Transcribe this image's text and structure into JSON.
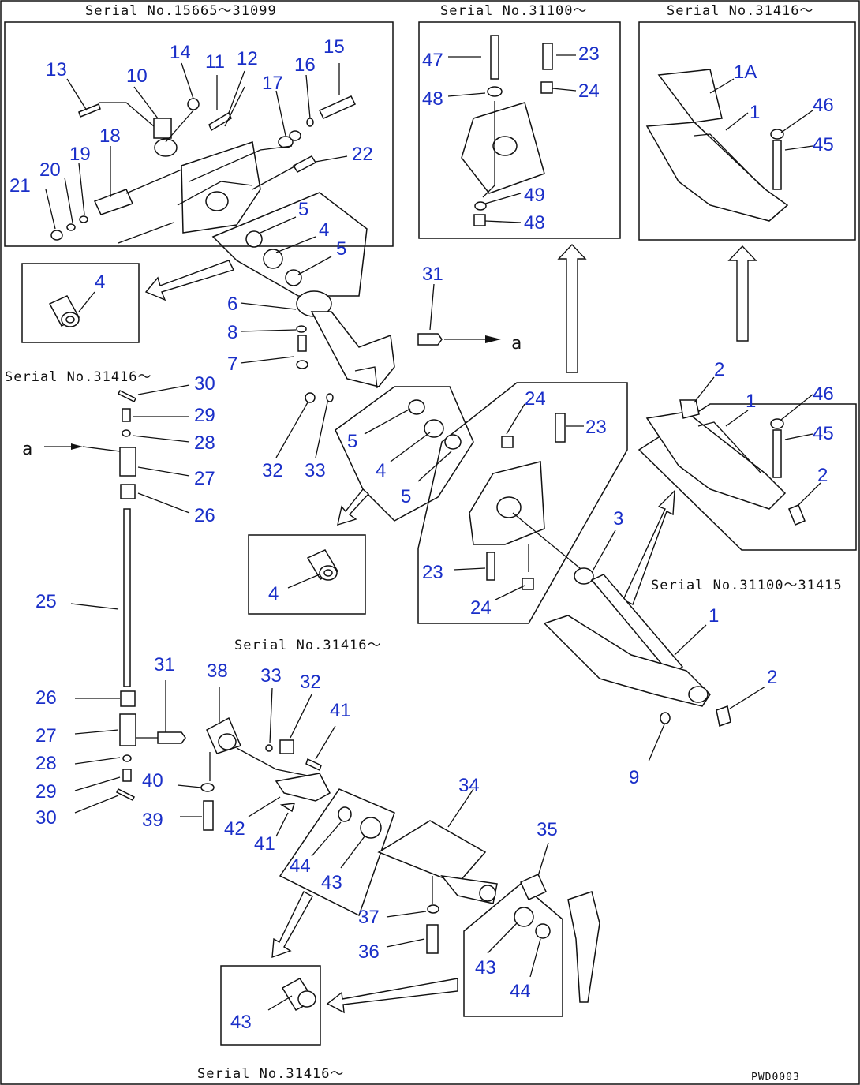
{
  "serial_labels": {
    "top_left": "Serial No.15665～31099",
    "top_middle": "Serial No.31100～",
    "top_right": "Serial No.31416～",
    "left_rod": "Serial No.31416～",
    "right_middle": "Serial No.31100～31415",
    "lower_middle": "Serial No.31416～",
    "bottom": "Serial No.31416～",
    "page_code": "PWD0003"
  },
  "arrow_letters": {
    "a_right": "a",
    "a_left": "a"
  },
  "callouts": [
    {
      "id": "c13",
      "text": "13"
    },
    {
      "id": "c10",
      "text": "10"
    },
    {
      "id": "c14",
      "text": "14"
    },
    {
      "id": "c11",
      "text": "11"
    },
    {
      "id": "c12",
      "text": "12"
    },
    {
      "id": "c17",
      "text": "17"
    },
    {
      "id": "c16",
      "text": "16"
    },
    {
      "id": "c15",
      "text": "15"
    },
    {
      "id": "c18",
      "text": "18"
    },
    {
      "id": "c19",
      "text": "19"
    },
    {
      "id": "c20",
      "text": "20"
    },
    {
      "id": "c21",
      "text": "21"
    },
    {
      "id": "c22",
      "text": "22"
    },
    {
      "id": "c5a",
      "text": "5"
    },
    {
      "id": "c4a",
      "text": "4"
    },
    {
      "id": "c5b",
      "text": "5"
    },
    {
      "id": "c4box1",
      "text": "4"
    },
    {
      "id": "c47",
      "text": "47"
    },
    {
      "id": "c48a",
      "text": "48"
    },
    {
      "id": "c23a",
      "text": "23"
    },
    {
      "id": "c24a",
      "text": "24"
    },
    {
      "id": "c49",
      "text": "49"
    },
    {
      "id": "c48b",
      "text": "48"
    },
    {
      "id": "c1A",
      "text": "1A"
    },
    {
      "id": "c1a",
      "text": "1"
    },
    {
      "id": "c46a",
      "text": "46"
    },
    {
      "id": "c45a",
      "text": "45"
    },
    {
      "id": "c31a",
      "text": "31"
    },
    {
      "id": "c6",
      "text": "6"
    },
    {
      "id": "c8",
      "text": "8"
    },
    {
      "id": "c7",
      "text": "7"
    },
    {
      "id": "c32a",
      "text": "32"
    },
    {
      "id": "c33a",
      "text": "33"
    },
    {
      "id": "c5c",
      "text": "5"
    },
    {
      "id": "c4b",
      "text": "4"
    },
    {
      "id": "c5d",
      "text": "5"
    },
    {
      "id": "c4box2",
      "text": "4"
    },
    {
      "id": "c30a",
      "text": "30"
    },
    {
      "id": "c29a",
      "text": "29"
    },
    {
      "id": "c28a",
      "text": "28"
    },
    {
      "id": "c27a",
      "text": "27"
    },
    {
      "id": "c26a",
      "text": "26"
    },
    {
      "id": "c25",
      "text": "25"
    },
    {
      "id": "c24b",
      "text": "24"
    },
    {
      "id": "c23b",
      "text": "23"
    },
    {
      "id": "c23c",
      "text": "23"
    },
    {
      "id": "c24c",
      "text": "24"
    },
    {
      "id": "c2a",
      "text": "2"
    },
    {
      "id": "c1b",
      "text": "1"
    },
    {
      "id": "c46b",
      "text": "46"
    },
    {
      "id": "c45b",
      "text": "45"
    },
    {
      "id": "c2b",
      "text": "2"
    },
    {
      "id": "c3",
      "text": "3"
    },
    {
      "id": "c1c",
      "text": "1"
    },
    {
      "id": "c2c",
      "text": "2"
    },
    {
      "id": "c9",
      "text": "9"
    },
    {
      "id": "c26b",
      "text": "26"
    },
    {
      "id": "c27b",
      "text": "27"
    },
    {
      "id": "c28b",
      "text": "28"
    },
    {
      "id": "c29b",
      "text": "29"
    },
    {
      "id": "c30b",
      "text": "30"
    },
    {
      "id": "c31b",
      "text": "31"
    },
    {
      "id": "c38",
      "text": "38"
    },
    {
      "id": "c33b",
      "text": "33"
    },
    {
      "id": "c32b",
      "text": "32"
    },
    {
      "id": "c41a",
      "text": "41"
    },
    {
      "id": "c40",
      "text": "40"
    },
    {
      "id": "c39",
      "text": "39"
    },
    {
      "id": "c42",
      "text": "42"
    },
    {
      "id": "c41b",
      "text": "41"
    },
    {
      "id": "c44a",
      "text": "44"
    },
    {
      "id": "c43a",
      "text": "43"
    },
    {
      "id": "c34",
      "text": "34"
    },
    {
      "id": "c35",
      "text": "35"
    },
    {
      "id": "c37",
      "text": "37"
    },
    {
      "id": "c36",
      "text": "36"
    },
    {
      "id": "c43b",
      "text": "43"
    },
    {
      "id": "c44b",
      "text": "44"
    },
    {
      "id": "c43box",
      "text": "43"
    }
  ]
}
